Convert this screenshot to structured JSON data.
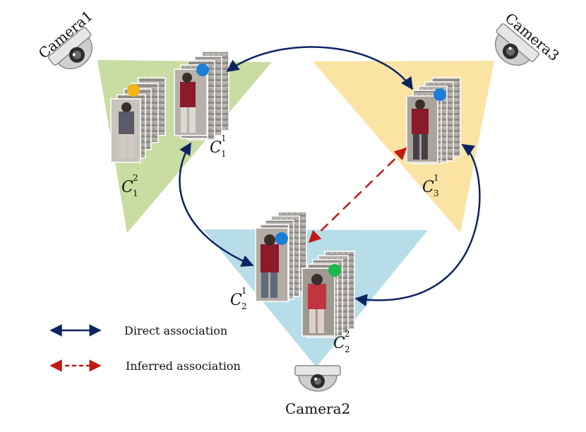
{
  "cameras": [
    {
      "label": "Camera1"
    },
    {
      "label": "Camera2"
    },
    {
      "label": "Camera3"
    }
  ],
  "tracklets": [
    {
      "main": "C",
      "sub": "1",
      "sup": "2"
    },
    {
      "main": "C",
      "sub": "1",
      "sup": "1"
    },
    {
      "main": "C",
      "sub": "3",
      "sup": "1"
    },
    {
      "main": "C",
      "sub": "2",
      "sup": "1"
    },
    {
      "main": "C",
      "sub": "2",
      "sup": "2"
    }
  ],
  "legend": {
    "direct": "Direct association",
    "inferred": "Inferred association"
  },
  "colors": {
    "camera1_fov": "#c9dca2",
    "camera2_fov": "#b7dde8",
    "camera3_fov": "#fbe3a4",
    "direct_arrow": "#0d2463",
    "inferred_arrow": "#c01818",
    "id_orange": "#f5b417",
    "id_blue": "#1b7fd8",
    "id_green": "#19b84a"
  }
}
